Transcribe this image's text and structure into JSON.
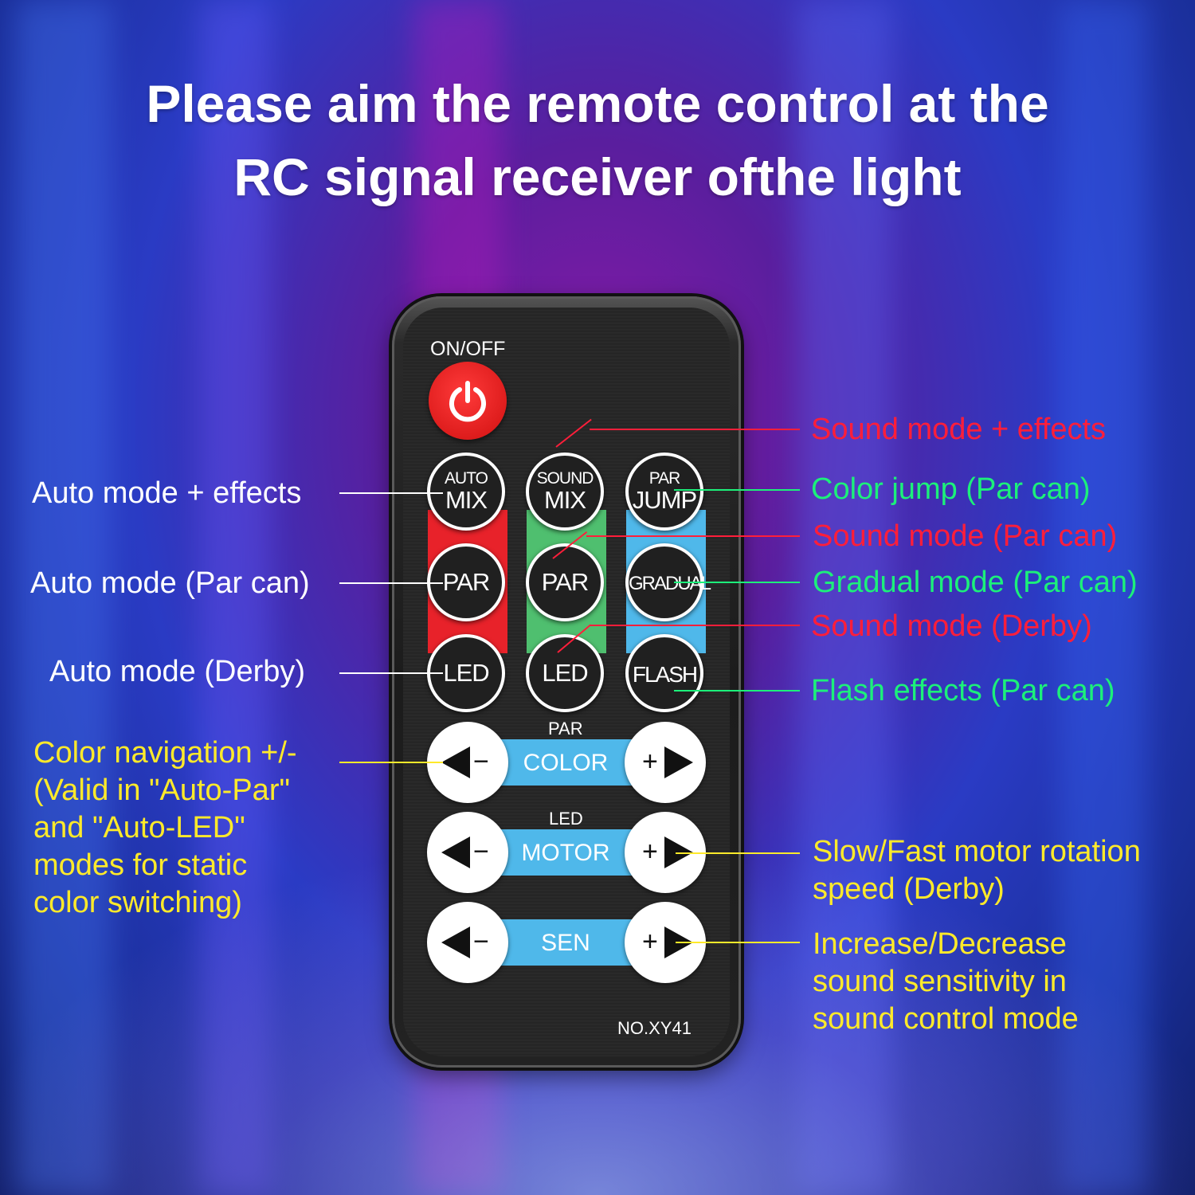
{
  "title": {
    "line1": "Please aim the remote control at the",
    "line2": "RC signal receiver ofthe light"
  },
  "remote": {
    "on_off_label": "ON/OFF",
    "model_label": "NO.XY41",
    "buttons": {
      "auto_mix": {
        "top": "AUTO",
        "bottom": "MIX"
      },
      "sound_mix": {
        "top": "SOUND",
        "bottom": "MIX"
      },
      "par_jump": {
        "top": "PAR",
        "bottom": "JUMP"
      },
      "par_auto": "PAR",
      "par_sound": "PAR",
      "gradual": "GRADUAL",
      "led_auto": "LED",
      "led_sound": "LED",
      "flash": "FLASH"
    },
    "bars": {
      "color_heading": "PAR",
      "color": "COLOR",
      "motor_heading": "LED",
      "motor": "MOTOR",
      "sen": "SEN"
    },
    "signs": {
      "minus": "−",
      "plus": "+"
    }
  },
  "annotations": {
    "left": {
      "auto_mix": "Auto mode + effects",
      "auto_par": "Auto mode (Par can)",
      "auto_derby": "Auto mode (Derby)",
      "color_nav": [
        "Color navigation +/-",
        "(Valid in \"Auto-Par\"",
        "and \"Auto-LED\"",
        "modes for static",
        "color switching)"
      ]
    },
    "right": {
      "sound_mix": "Sound mode + effects",
      "color_jump": "Color jump (Par can)",
      "sound_par": "Sound mode (Par can)",
      "gradual": "Gradual mode (Par can)",
      "sound_derby": "Sound mode (Derby)",
      "flash": "Flash effects (Par can)",
      "motor": [
        "Slow/Fast motor rotation",
        "speed (Derby)"
      ],
      "sen": [
        "Increase/Decrease",
        "sound sensitivity in",
        "sound control mode"
      ]
    }
  },
  "colors": {
    "red_strip": "#e8222a",
    "green_strip": "#4fbf6f",
    "blue_strip": "#4fb8ea",
    "label_red": "#ff1e3a",
    "label_green": "#1cf07a",
    "label_yellow": "#ffea2a"
  },
  "icons": [
    "power-icon",
    "left-arrow-icon",
    "right-arrow-icon"
  ]
}
